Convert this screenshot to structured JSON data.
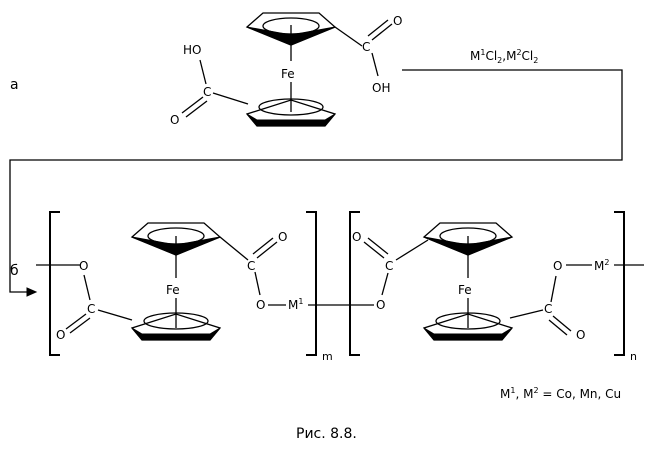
{
  "panel_labels": {
    "a": "а",
    "b": "б"
  },
  "reagents": {
    "m1": "M",
    "m1_sup": "1",
    "cl1": "Cl",
    "cl1_sub": "2",
    "sep": ",",
    "m2": "M",
    "m2_sup": "2",
    "cl2": "Cl",
    "cl2_sub": "2"
  },
  "monomer": {
    "fe": "Fe",
    "oh_top": "O",
    "oh_top_h": "OH",
    "carboxyl_c_top": "C",
    "ho_left": "HO",
    "carboxyl_c_left": "C",
    "o_left": "O"
  },
  "polymer": {
    "unit1": {
      "fe": "Fe",
      "o_left": "O",
      "c_left": "C",
      "o_dbl_left": "O",
      "c_right": "C",
      "o_dbl_right": "O",
      "o_right": "O",
      "metal": "M",
      "metal_sup": "1",
      "subscript": "m"
    },
    "unit2": {
      "fe": "Fe",
      "o_dbl_left": "O",
      "c_left": "C",
      "o_left": "O",
      "c_right": "C",
      "o_dbl_right": "O",
      "o_right": "O",
      "metal": "M",
      "metal_sup": "2",
      "subscript": "n"
    }
  },
  "legend": {
    "m1": "M",
    "m1_sup": "1",
    "sep": ", ",
    "m2": "M",
    "m2_sup": "2",
    "rest": " = Co, Mn, Cu"
  },
  "caption": "Рис. 8.8."
}
